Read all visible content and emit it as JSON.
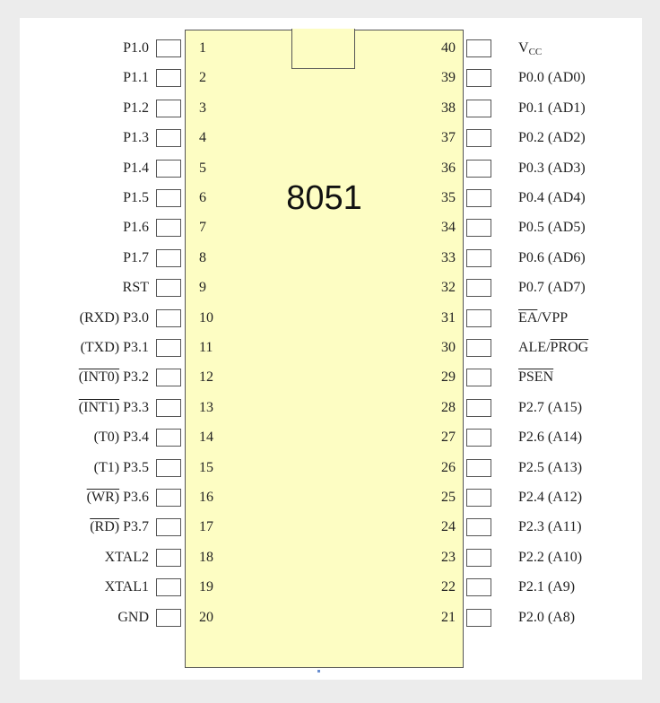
{
  "chip": {
    "name": "8051"
  },
  "left_pins": [
    {
      "num": "1",
      "label": "P1.0"
    },
    {
      "num": "2",
      "label": "P1.1"
    },
    {
      "num": "3",
      "label": "P1.2"
    },
    {
      "num": "4",
      "label": "P1.3"
    },
    {
      "num": "5",
      "label": "P1.4"
    },
    {
      "num": "6",
      "label": "P1.5"
    },
    {
      "num": "7",
      "label": "P1.6"
    },
    {
      "num": "8",
      "label": "P1.7"
    },
    {
      "num": "9",
      "label": "RST"
    },
    {
      "num": "10",
      "label": "(RXD) P3.0"
    },
    {
      "num": "11",
      "label": "(TXD) P3.1"
    },
    {
      "num": "12",
      "label": "(INT0) P3.2",
      "overline": "(INT0)",
      "rest": " P3.2"
    },
    {
      "num": "13",
      "label": "(INT1) P3.3",
      "overline": "(INT1)",
      "rest": " P3.3"
    },
    {
      "num": "14",
      "label": "(T0) P3.4"
    },
    {
      "num": "15",
      "label": "(T1) P3.5"
    },
    {
      "num": "16",
      "label": "(WR) P3.6",
      "overline": "(WR)",
      "rest": " P3.6"
    },
    {
      "num": "17",
      "label": "(RD) P3.7",
      "overline": "(RD)",
      "rest": " P3.7"
    },
    {
      "num": "18",
      "label": "XTAL2"
    },
    {
      "num": "19",
      "label": "XTAL1"
    },
    {
      "num": "20",
      "label": "GND"
    }
  ],
  "right_pins": [
    {
      "num": "40",
      "label": "VCC",
      "main": "V",
      "sub": "CC"
    },
    {
      "num": "39",
      "label": "P0.0 (AD0)"
    },
    {
      "num": "38",
      "label": "P0.1 (AD1)"
    },
    {
      "num": "37",
      "label": "P0.2 (AD2)"
    },
    {
      "num": "36",
      "label": "P0.3 (AD3)"
    },
    {
      "num": "35",
      "label": "P0.4 (AD4)"
    },
    {
      "num": "34",
      "label": "P0.5 (AD5)"
    },
    {
      "num": "33",
      "label": "P0.6 (AD6)"
    },
    {
      "num": "32",
      "label": "P0.7 (AD7)"
    },
    {
      "num": "31",
      "label": "EA/VPP",
      "overline": "EA",
      "rest": "/VPP"
    },
    {
      "num": "30",
      "label": "ALE/PROG",
      "pre": "ALE/",
      "overline": "PROG"
    },
    {
      "num": "29",
      "label": "PSEN",
      "overline": "PSEN"
    },
    {
      "num": "28",
      "label": "P2.7 (A15)"
    },
    {
      "num": "27",
      "label": "P2.6 (A14)"
    },
    {
      "num": "26",
      "label": "P2.5 (A13)"
    },
    {
      "num": "25",
      "label": "P2.4 (A12)"
    },
    {
      "num": "24",
      "label": "P2.3 (A11)"
    },
    {
      "num": "23",
      "label": "P2.2 (A10)"
    },
    {
      "num": "22",
      "label": "P2.1 (A9)"
    },
    {
      "num": "21",
      "label": "P2.0 (A8)"
    }
  ]
}
